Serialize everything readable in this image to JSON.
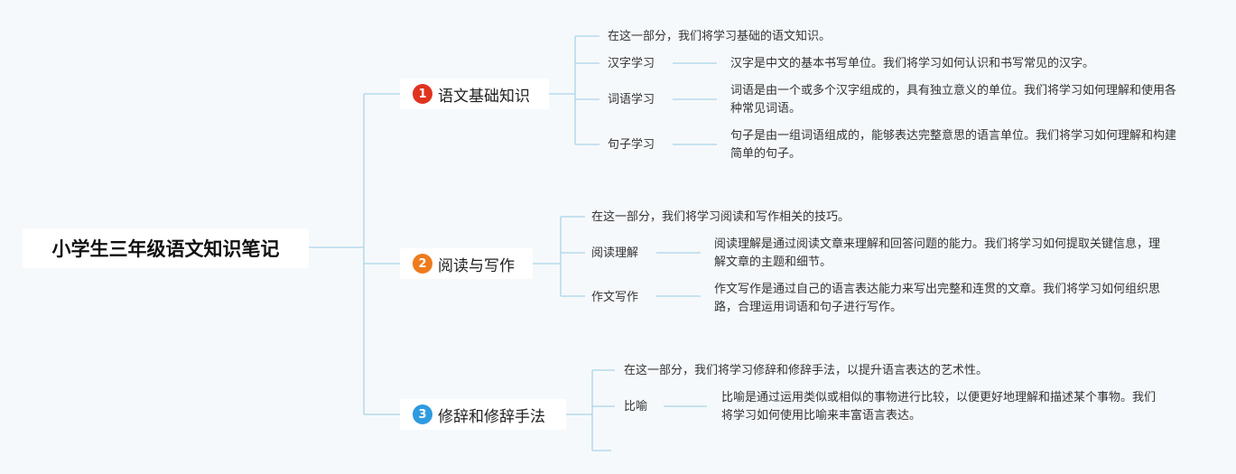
{
  "title": "小学生三年级语文知识笔记",
  "colors": {
    "line": "#a9d4ea",
    "badge1": "#e0331f",
    "badge2": "#ee7b1c",
    "badge3": "#2f9be0"
  },
  "branches": [
    {
      "num": "1",
      "label": "语文基础知识",
      "intro": "在这一部分，我们将学习基础的语文知识。",
      "topics": [
        {
          "label": "汉字学习",
          "desc": "汉字是中文的基本书写单位。我们将学习如何认识和书写常见的汉字。"
        },
        {
          "label": "词语学习",
          "desc": "词语是由一个或多个汉字组成的，具有独立意义的单位。我们将学习如何理解和使用各种常见词语。"
        },
        {
          "label": "句子学习",
          "desc": "句子是由一组词语组成的，能够表达完整意思的语言单位。我们将学习如何理解和构建简单的句子。"
        }
      ]
    },
    {
      "num": "2",
      "label": "阅读与写作",
      "intro": "在这一部分，我们将学习阅读和写作相关的技巧。",
      "topics": [
        {
          "label": "阅读理解",
          "desc": "阅读理解是通过阅读文章来理解和回答问题的能力。我们将学习如何提取关键信息，理解文章的主题和细节。"
        },
        {
          "label": "作文写作",
          "desc": "作文写作是通过自己的语言表达能力来写出完整和连贯的文章。我们将学习如何组织思路，合理运用词语和句子进行写作。"
        }
      ]
    },
    {
      "num": "3",
      "label": "修辞和修辞手法",
      "intro": "在这一部分，我们将学习修辞和修辞手法，以提升语言表达的艺术性。",
      "topics": [
        {
          "label": "比喻",
          "desc": "比喻是通过运用类似或相似的事物进行比较，以便更好地理解和描述某个事物。我们将学习如何使用比喻来丰富语言表达。"
        }
      ]
    }
  ]
}
